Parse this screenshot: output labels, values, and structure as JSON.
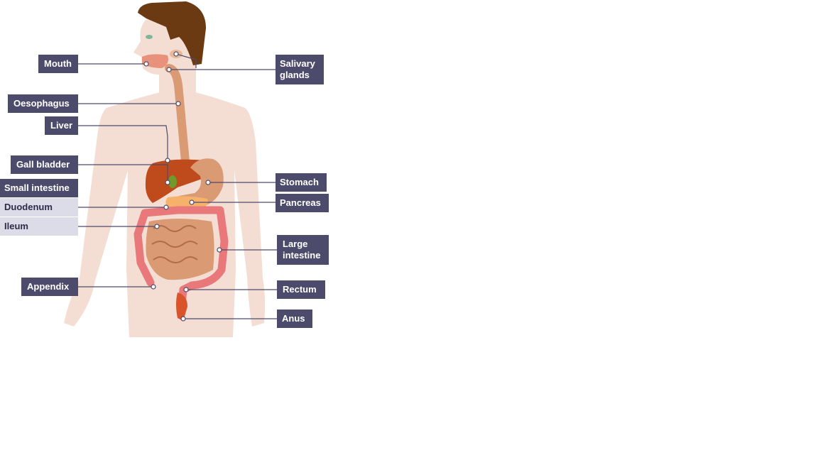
{
  "labels": {
    "mouth": "Mouth",
    "oesophagus": "Oesophagus",
    "liver": "Liver",
    "gall_bladder": "Gall bladder",
    "small_intestine": "Small intestine",
    "duodenum": "Duodenum",
    "ileum": "Ileum",
    "appendix": "Appendix",
    "salivary_glands": "Salivary\nglands",
    "stomach": "Stomach",
    "pancreas": "Pancreas",
    "large_intestine": "Large\nintestine",
    "rectum": "Rectum",
    "anus": "Anus"
  },
  "colors": {
    "label_bg": "#4d4b6b",
    "label_bg_light": "#dcdbe8",
    "skin": "#f4ddd2",
    "hair": "#6b3a12",
    "tract": "#d99a74",
    "liver": "#bf4a1c",
    "large_intestine": "#e9787a",
    "pancreas": "#f6b26b",
    "gall_bladder": "#6f9a2a"
  }
}
